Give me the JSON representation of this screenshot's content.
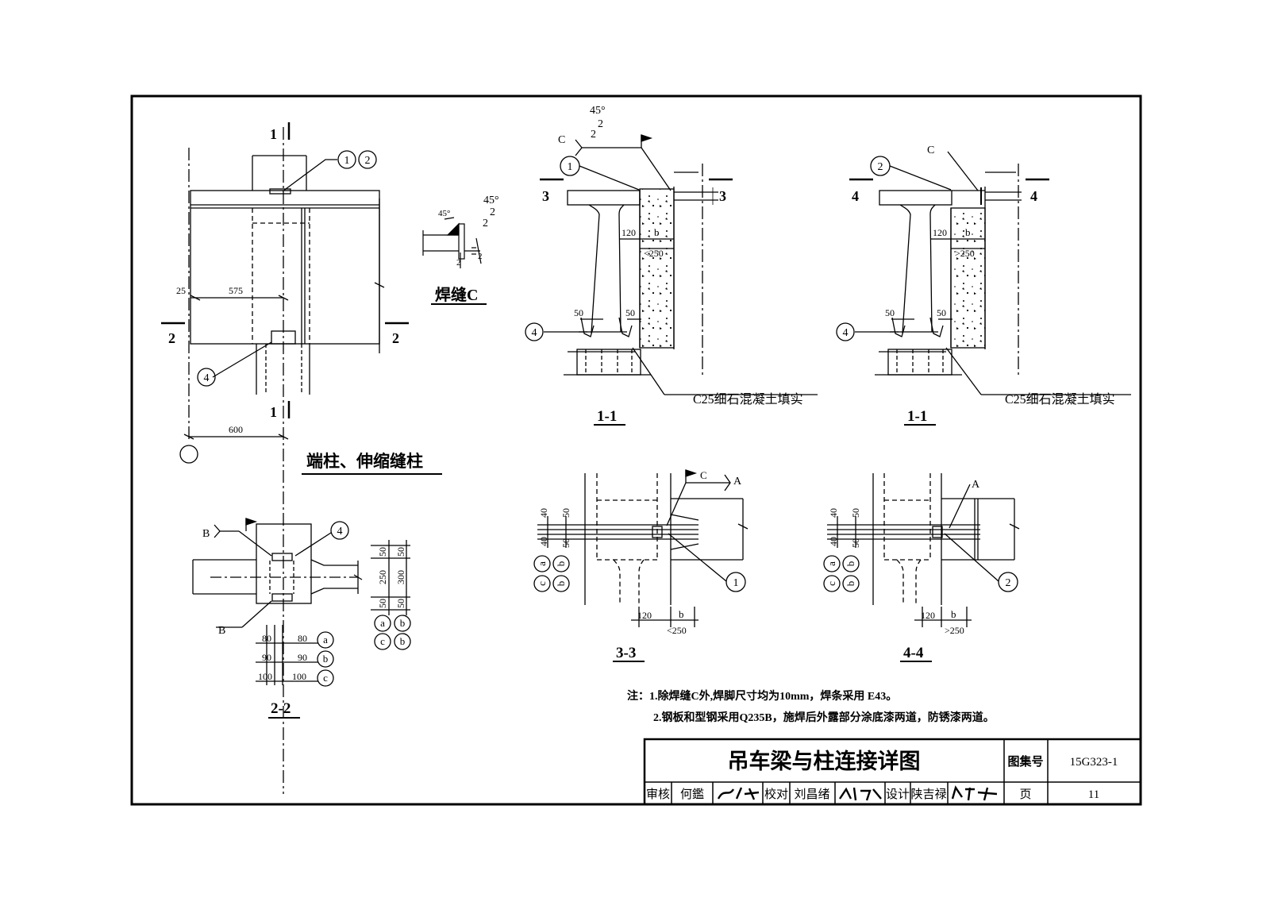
{
  "views": {
    "left": {
      "caption": "端柱、伸缩缝柱",
      "sec_1": "1",
      "sec_2": "2",
      "dim_25": "25",
      "dim_575": "575",
      "dim_600": "600",
      "tag_1": "1",
      "tag_2": "2",
      "tag_4": "4"
    },
    "weld_c": {
      "title": "焊缝C",
      "angle": "45°",
      "size": "2",
      "gap1": "2",
      "gap2": "2"
    },
    "sec11a": {
      "label": "1-1",
      "weld_label": "C",
      "angle": "45°",
      "num_top": "2",
      "num_side": "2",
      "tag": "1",
      "tag4": "4",
      "sec": "3",
      "d120": "120",
      "db": "b",
      "d250": "<250",
      "d50a": "50",
      "d50b": "50",
      "concrete": "C25细石混凝土填实"
    },
    "sec11b": {
      "label": "1-1",
      "weld_label": "C",
      "tag": "2",
      "tag4": "4",
      "sec": "4",
      "d120": "120",
      "db": "b",
      "d250": ">250",
      "d50a": "50",
      "d50b": "50",
      "concrete": "C25细石混凝土填实"
    },
    "sec22": {
      "label": "2-2",
      "weld_B": "B",
      "tag4": "4",
      "d80": "80",
      "d90": "90",
      "d100": "100",
      "ca": "a",
      "cb": "b",
      "cc": "c",
      "v50a": "50",
      "v50b": "50",
      "v250": "250",
      "v300": "300",
      "v50c": "50",
      "v50d": "50"
    },
    "sec33": {
      "label": "3-3",
      "weld": "A",
      "weld_c": "C",
      "tag": "1",
      "d40a": "40",
      "d40b": "40",
      "d50a": "50",
      "d50b": "50",
      "d120": "120",
      "db": "b",
      "d250": "<250",
      "ca": "a",
      "cb": "b",
      "cc": "c"
    },
    "sec44": {
      "label": "4-4",
      "weld": "A",
      "tag": "2",
      "d40a": "40",
      "d40b": "40",
      "d50a": "50",
      "d50b": "50",
      "d120": "120",
      "db": "b",
      "d250": ">250",
      "ca": "a",
      "cb": "b",
      "cc": "c"
    }
  },
  "notes": {
    "line1": "注：1.除焊缝C外,焊脚尺寸均为10mm，焊条采用 E43。",
    "line2": "2.钢板和型钢采用Q235B，施焊后外露部分涂底漆两道，防锈漆两道。"
  },
  "title_block": {
    "title": "吊车梁与柱连接详图",
    "atlas_label": "图集号",
    "atlas_no": "15G323-1",
    "review_label": "审核",
    "reviewer": "何鑑",
    "check_label": "校对",
    "checker": "刘昌绪",
    "design_label": "设计",
    "designer": "陕吉禄",
    "page_label": "页",
    "page_no": "11"
  }
}
